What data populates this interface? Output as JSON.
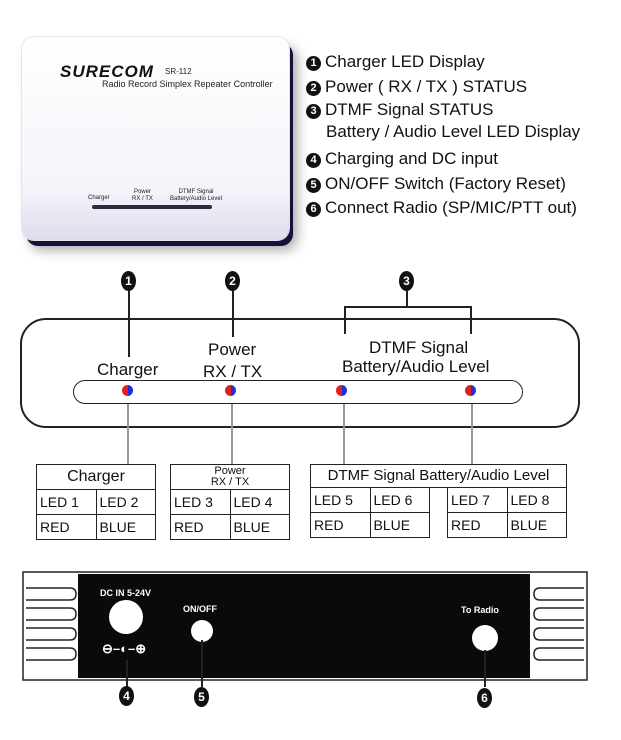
{
  "device": {
    "brand": "SURECOM",
    "model": "SR-112",
    "subtitle": "Radio Record Simplex Repeater Controller",
    "labels": [
      "Charger",
      "Power\nRX / TX",
      "DTMF Signal\nBattery/Audio Level"
    ]
  },
  "legend": [
    {
      "num": "1",
      "text": "Charger LED Display"
    },
    {
      "num": "2",
      "text": "Power ( RX / TX ) STATUS"
    },
    {
      "num": "3",
      "text": "DTMF Signal STATUS"
    },
    {
      "num": "",
      "text": "Battery / Audio Level LED Display"
    },
    {
      "num": "4",
      "text": "Charging and DC input"
    },
    {
      "num": "5",
      "text": "ON/OFF Switch (Factory Reset)"
    },
    {
      "num": "6",
      "text": "Connect  Radio (SP/MIC/PTT out)"
    }
  ],
  "front_panel": {
    "markers": [
      "1",
      "2",
      "3"
    ],
    "label_charger": "Charger",
    "label_power_1": "Power",
    "label_power_2": "RX / TX",
    "label_dtmf_1": "DTMF Signal",
    "label_dtmf_2": "Battery/Audio Level",
    "led_colors": {
      "left": "#e02020",
      "right": "#2030d0"
    }
  },
  "tables": {
    "charger": {
      "title": "Charger",
      "cells": [
        [
          "LED 1",
          "LED 2"
        ],
        [
          "RED",
          "BLUE"
        ]
      ]
    },
    "power": {
      "title_1": "Power",
      "title_2": "RX / TX",
      "cells": [
        [
          "LED 3",
          "LED 4"
        ],
        [
          "RED",
          "BLUE"
        ]
      ]
    },
    "dtmf": {
      "title": "DTMF Signal Battery/Audio Level",
      "cells_a": [
        [
          "LED 5",
          "LED 6"
        ],
        [
          "RED",
          "BLUE"
        ]
      ],
      "cells_b": [
        [
          "LED 7",
          "LED 8"
        ],
        [
          "RED",
          "BLUE"
        ]
      ]
    }
  },
  "rear_panel": {
    "dc_in": "DC IN 5-24V",
    "polarity": "⊖–◐–⊕",
    "on_off": "ON/OFF",
    "to_radio": "To Radio",
    "markers": [
      "4",
      "5",
      "6"
    ]
  }
}
